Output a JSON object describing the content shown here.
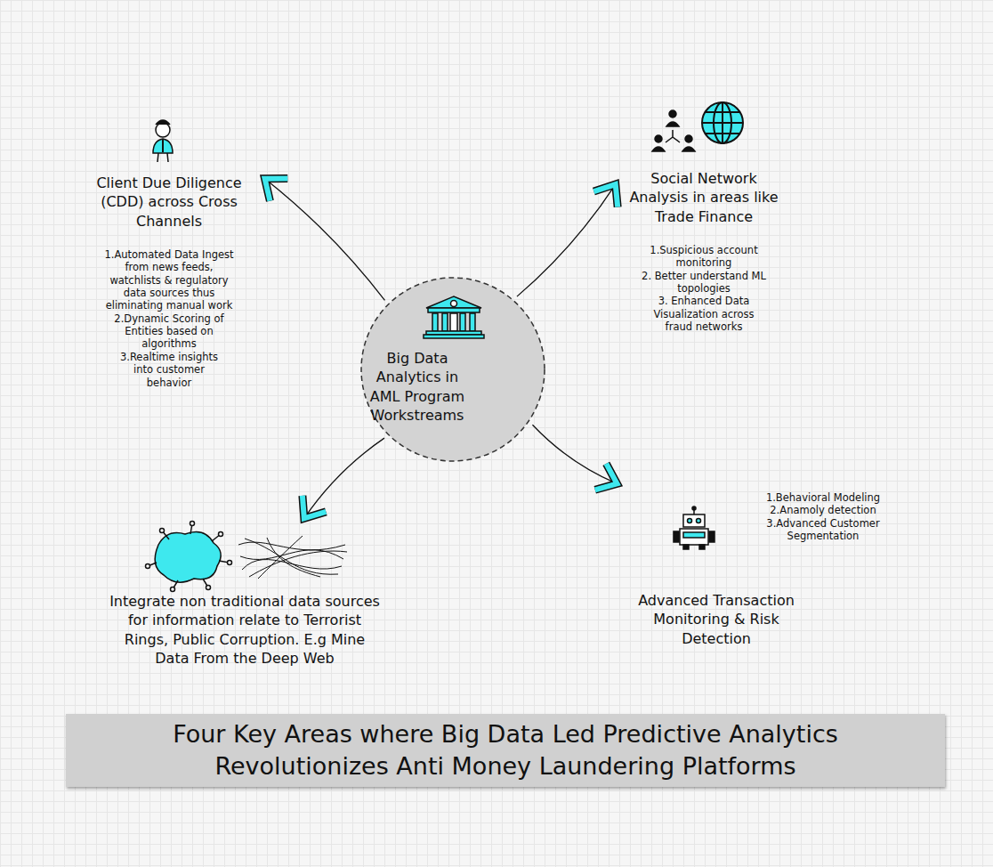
{
  "diagram": {
    "title": "Four Key Areas where Big Data Led Predictive Analytics Revolutionizes Anti Money Laundering Platforms",
    "nodes": [
      {
        "text": [
          "Client Due Diligence (CDD) across Cross Channels",
          "1.Automated Data Ingest from news feeds, watchlists & regulatory data sources thus eliminating manual work",
          "2.Dynamic Scoring of Entities based on algorithms",
          "3.Realtime insights into customer behavior"
        ]
      },
      {
        "text": [
          "Social Network Analysis in areas like Trade Finance",
          "1.Suspicious account monitoring",
          "2. Better understand ML topologies",
          "3. Enhanced Data Visualization across fraud networks"
        ]
      },
      {
        "text": [
          "Big Data Analytics in AML Program Workstreams"
        ]
      },
      {
        "text": [
          "Integrate non traditional data sources for information relate to Terrorist Rings, Public Corruption. E.g Mine Data From the Deep Web"
        ]
      },
      {
        "text": [
          "Advanced Transaction Monitoring & Risk Detection",
          "1.Behavioral Modeling",
          "2.Anamoly detection",
          "3.Advanced Customer Segmentation"
        ]
      }
    ],
    "edges": [
      {
        "from": 2,
        "to": 0,
        "arrow": "to"
      },
      {
        "from": 2,
        "to": 1,
        "arrow": "to"
      },
      {
        "from": 2,
        "to": 3,
        "arrow": "to"
      },
      {
        "from": 2,
        "to": 4,
        "arrow": "to"
      }
    ]
  }
}
